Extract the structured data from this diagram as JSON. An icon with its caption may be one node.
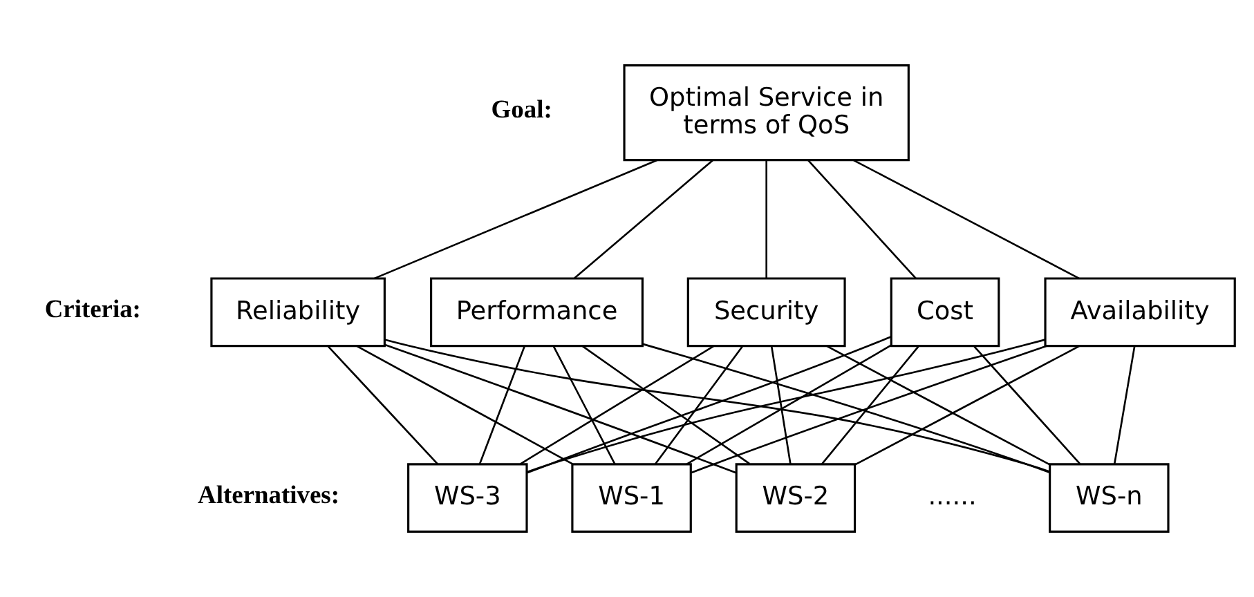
{
  "diagram": {
    "nodes": [
      {
        "text": [
          "Optimal Service in terms of QoS"
        ]
      },
      {
        "text": [
          "Security"
        ]
      },
      {
        "text": [
          "Cost"
        ]
      },
      {
        "text": [
          "Availability"
        ]
      },
      {
        "text": [
          "Reliability"
        ]
      },
      {
        "text": [
          "Performance"
        ]
      },
      {
        "text": [
          "WS-1"
        ]
      },
      {
        "text": [
          "WS-2"
        ]
      },
      {
        "text": [
          "WS-3"
        ]
      },
      {
        "text": [
          "WS-n"
        ]
      }
    ],
    "edges": [
      {
        "from": 0,
        "to": 1,
        "arrow": "none"
      },
      {
        "from": 0,
        "to": 2,
        "arrow": "none"
      },
      {
        "from": 0,
        "to": 3,
        "arrow": "none"
      },
      {
        "from": 0,
        "to": 4,
        "arrow": "none"
      },
      {
        "from": 0,
        "to": 5,
        "arrow": "none"
      },
      {
        "from": 1,
        "to": 6,
        "arrow": "none"
      },
      {
        "from": 1,
        "to": 7,
        "arrow": "none"
      },
      {
        "from": 1,
        "to": 8,
        "arrow": "none"
      },
      {
        "from": 1,
        "to": 9,
        "arrow": "none"
      },
      {
        "from": 2,
        "to": 6,
        "arrow": "none"
      },
      {
        "from": 2,
        "to": 7,
        "arrow": "none"
      },
      {
        "from": 2,
        "to": 8,
        "arrow": "none"
      },
      {
        "from": 2,
        "to": 9,
        "arrow": "none"
      },
      {
        "from": 3,
        "to": 6,
        "arrow": "none"
      },
      {
        "from": 3,
        "to": 7,
        "arrow": "none"
      },
      {
        "from": 3,
        "to": 8,
        "arrow": "none"
      },
      {
        "from": 3,
        "to": 9,
        "arrow": "none"
      },
      {
        "from": 4,
        "to": 6,
        "arrow": "none"
      },
      {
        "from": 4,
        "to": 7,
        "arrow": "none"
      },
      {
        "from": 4,
        "to": 8,
        "arrow": "none"
      },
      {
        "from": 4,
        "to": 9,
        "arrow": "none"
      },
      {
        "from": 5,
        "to": 6,
        "arrow": "none"
      },
      {
        "from": 5,
        "to": 7,
        "arrow": "none"
      },
      {
        "from": 5,
        "to": 8,
        "arrow": "none"
      },
      {
        "from": 5,
        "to": 9,
        "arrow": "none"
      }
    ],
    "labels": [
      "Goal:",
      "Criteria:",
      "Alternatives:",
      "......"
    ]
  }
}
